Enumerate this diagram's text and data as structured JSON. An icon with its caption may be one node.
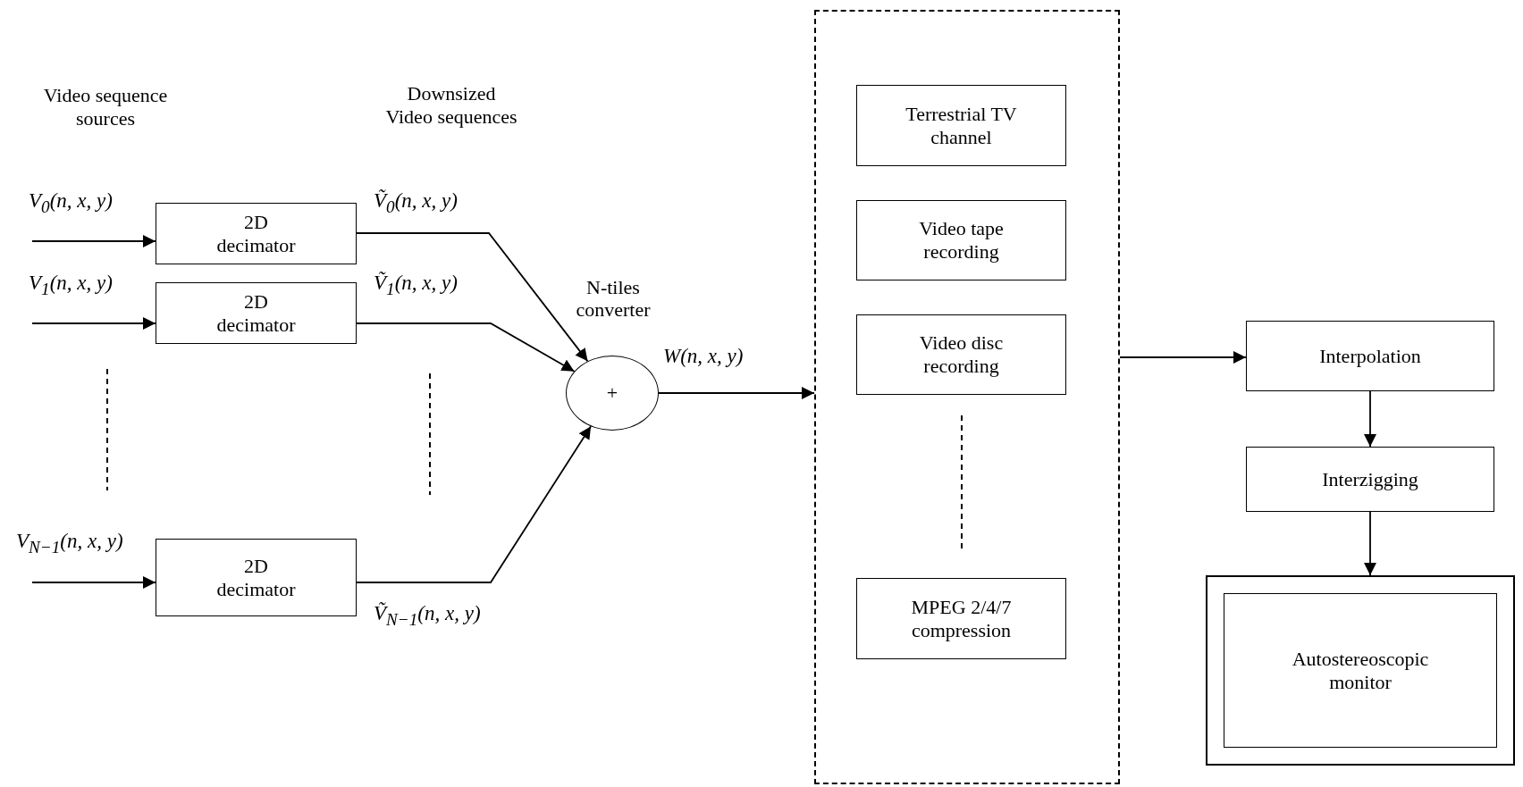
{
  "diagram": {
    "nodes": [
      {
        "text": [
          "2D decimator"
        ]
      },
      {
        "text": [
          "2D decimator"
        ]
      },
      {
        "text": [
          "2D decimator"
        ]
      },
      {
        "text": [
          "+"
        ],
        "beside": [
          "N-tiles converter"
        ]
      },
      {
        "text": [],
        "shape": "box"
      },
      {
        "text": [
          "Terrestrial TV channel"
        ],
        "in": 4
      },
      {
        "text": [
          "Video tape recording"
        ],
        "in": 4
      },
      {
        "text": [
          "Video disc recording"
        ],
        "in": 4
      },
      {
        "text": [
          "MPEG 2/4/7 compression"
        ],
        "in": 4
      },
      {
        "text": [
          "Interpolation"
        ]
      },
      {
        "text": [
          "Interzigging"
        ]
      },
      {
        "text": [
          "Autostereoscopic monitor"
        ]
      }
    ],
    "edges": [
      {
        "from": null,
        "to": 0,
        "arrow": "to",
        "label": "V$_{0}$(n, x, y)"
      },
      {
        "from": null,
        "to": 1,
        "arrow": "to",
        "label": "V$_{1}$(n, x, y)"
      },
      {
        "from": null,
        "to": 2,
        "arrow": "to",
        "label": "V$_{N−1}$(n, x, y)"
      },
      {
        "from": 0,
        "to": 3,
        "arrow": "to",
        "label": "Ṽ$_{0}$(n, x, y)"
      },
      {
        "from": 1,
        "to": 3,
        "arrow": "to",
        "label": "Ṽ$_{1}$(n, x, y)"
      },
      {
        "from": 2,
        "to": 3,
        "arrow": "to",
        "label": "Ṽ$_{N−1}$(n, x, y)"
      },
      {
        "from": 3,
        "to": 4,
        "arrow": "to",
        "label": "W(n, x, y)"
      },
      {
        "from": 4,
        "to": 9,
        "arrow": "to"
      },
      {
        "from": 9,
        "to": 10,
        "arrow": "to"
      },
      {
        "from": 10,
        "to": 11,
        "arrow": "to"
      }
    ],
    "labels": [
      "Video sequence sources",
      "Downsized Video sequences"
    ]
  }
}
